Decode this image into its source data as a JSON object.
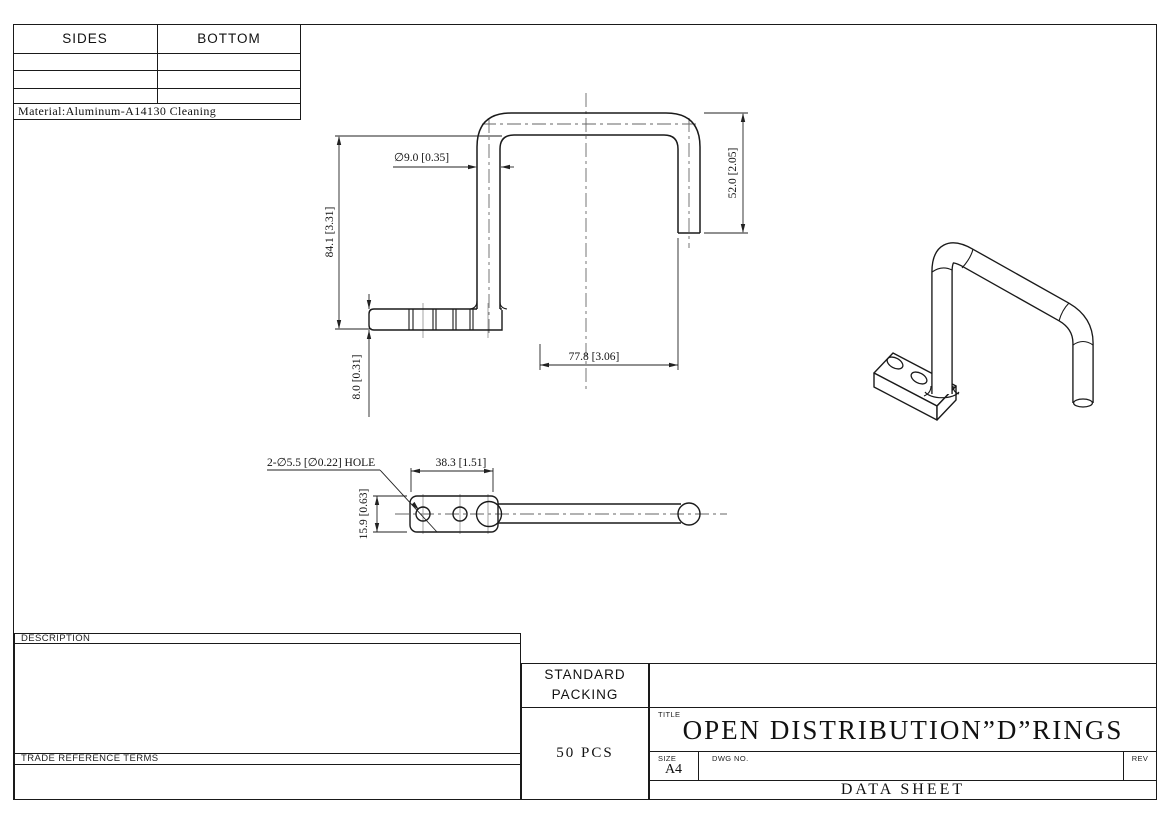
{
  "top_table": {
    "headers": [
      "SIDES",
      "BOTTOM"
    ],
    "material": "Material:Aluminum-A14130 Cleaning"
  },
  "front_view": {
    "dim_height": "84.1 [3.31]",
    "dim_diameter": "∅9.0 [0.35]",
    "dim_right_height": "52.0 [2.05]",
    "dim_width": "77.8 [3.06]",
    "dim_base_thickness": "8.0 [0.31]"
  },
  "bottom_view": {
    "hole_callout": "2-∅5.5 [∅0.22] HOLE",
    "dim_hole_spacing": "38.3 [1.51]",
    "dim_plate_width": "15.9 [0.63]"
  },
  "title_block": {
    "description_label": "DESCRIPTION",
    "trade_terms_label": "TRADE REFERENCE TERMS",
    "standard_packing_line1": "STANDARD",
    "standard_packing_line2": "PACKING",
    "packing_qty": "50 PCS",
    "title_label": "TITLE",
    "title": "OPEN DISTRIBUTION”D”RINGS",
    "size_label": "SIZE",
    "size_value": "A4",
    "dwg_no_label": "DWG NO.",
    "rev_label": "REV",
    "sheet_name": "DATA SHEET"
  },
  "colors": {
    "line": "#1a1a1a",
    "dim_line": "#222222",
    "centerline": "#666666"
  }
}
